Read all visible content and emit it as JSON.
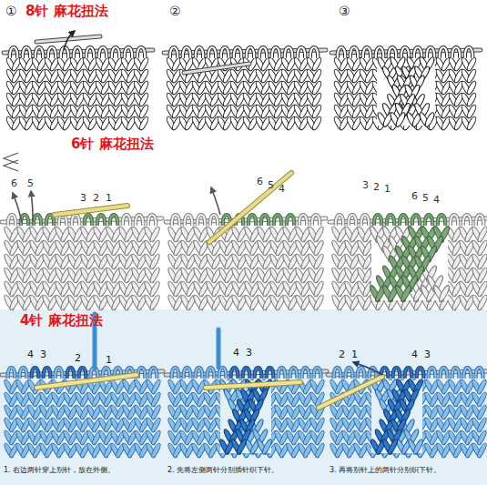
{
  "diagram": {
    "labels": [
      "①",
      "8针 麻花扭法",
      "②",
      "③",
      "6针 麻花扭法",
      "6",
      "5",
      "3",
      "2",
      "1",
      "6",
      "5",
      "4",
      "3",
      "2",
      "1",
      "6",
      "5",
      "4",
      "4针 麻花扭法",
      "4",
      "3",
      "2",
      "1",
      "4",
      "3",
      "2",
      "1",
      "4",
      "3",
      "1. 右边两针穿上别针，放在外侧。",
      "2. 先将左侧两针分别插针织下针。",
      "3. 再将别针上的两针分别织下针。"
    ]
  }
}
